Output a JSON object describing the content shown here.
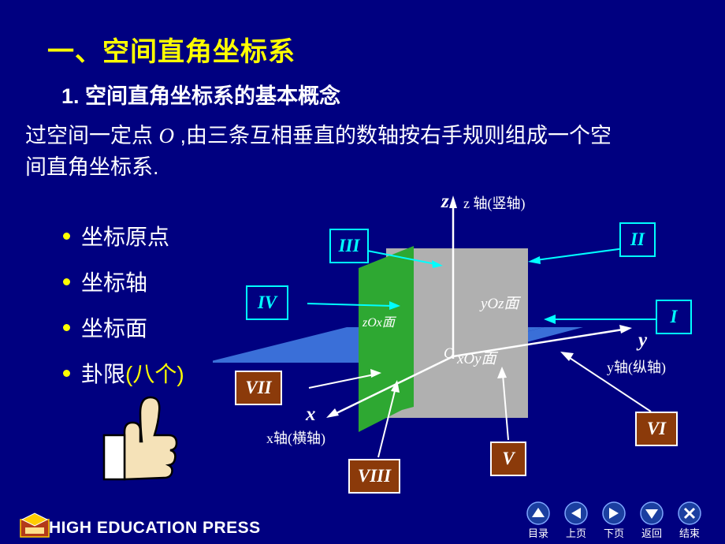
{
  "slide": {
    "title": "一、空间直角坐标系",
    "subtitle": "1. 空间直角坐标系的基本概念",
    "paragraph_part1": "过空间一定点 ",
    "paragraph_point": "O",
    "paragraph_part2": " ,由三条互相垂直的数轴按右手规则组成一个空间直角坐标系.",
    "bullets": [
      {
        "label": "坐标原点",
        "highlight": ""
      },
      {
        "label": "坐标轴",
        "highlight": ""
      },
      {
        "label": "坐标面",
        "highlight": ""
      },
      {
        "label": "卦限",
        "highlight": "(八个)"
      }
    ]
  },
  "diagram": {
    "axis_z": "z",
    "axis_z_note": "z 轴(竖轴)",
    "axis_y": "y",
    "axis_y_note": "y轴(纵轴)",
    "axis_x": "x",
    "axis_x_note": "x轴(横轴)",
    "origin": "O",
    "plane_yoz": "yOz面",
    "plane_zox": "zOx面",
    "plane_xoy": "xOy面",
    "octants": [
      {
        "label": "I",
        "style": "cyan"
      },
      {
        "label": "II",
        "style": "cyan"
      },
      {
        "label": "III",
        "style": "cyan"
      },
      {
        "label": "IV",
        "style": "cyan"
      },
      {
        "label": "V",
        "style": "brown"
      },
      {
        "label": "VI",
        "style": "brown"
      },
      {
        "label": "VII",
        "style": "brown"
      },
      {
        "label": "VIII",
        "style": "brown"
      }
    ]
  },
  "footer": {
    "press": "HIGH EDUCATION PRESS",
    "nav": [
      {
        "label": "目录",
        "icon": "triangle-up-icon"
      },
      {
        "label": "上页",
        "icon": "triangle-left-icon"
      },
      {
        "label": "下页",
        "icon": "triangle-right-icon"
      },
      {
        "label": "返回",
        "icon": "triangle-down-icon"
      },
      {
        "label": "结束",
        "icon": "close-icon"
      }
    ]
  },
  "colors": {
    "background": "#000080",
    "title": "#ffff00",
    "text": "#ffffff",
    "cyan": "#00ffff",
    "green_plane": "#2ea832",
    "gray_plane": "#b0b0b0",
    "blue_plane": "#3a6fd8",
    "brown": "#8b3a0a"
  }
}
